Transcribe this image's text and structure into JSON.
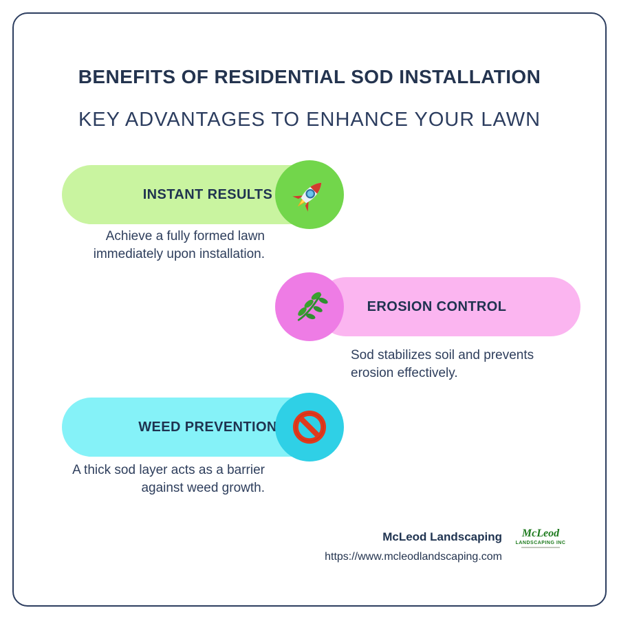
{
  "page": {
    "title": "BENEFITS OF RESIDENTIAL SOD INSTALLATION",
    "subtitle": "KEY ADVANTAGES TO ENHANCE YOUR LAWN"
  },
  "benefits": [
    {
      "label": "INSTANT RESULTS",
      "description": "Achieve a fully formed lawn immediately upon installation.",
      "icon": "rocket-icon",
      "pill_color": "#c9f4a0",
      "circle_color": "#72d64b"
    },
    {
      "label": "EROSION CONTROL",
      "description": "Sod stabilizes soil and prevents erosion effectively.",
      "icon": "leaf-branch-icon",
      "pill_color": "#fbb5f0",
      "circle_color": "#ee7ce5"
    },
    {
      "label": "WEED PREVENTION",
      "description": "A thick sod layer acts as a barrier against weed growth.",
      "icon": "no-entry-icon",
      "pill_color": "#85f2f8",
      "circle_color": "#2fd0e6"
    }
  ],
  "footer": {
    "brand": "McLeod Landscaping",
    "url": "https://www.mcleodlandscaping.com",
    "logo_line1": "McLeod",
    "logo_line2": "LANDSCAPING INC"
  },
  "colors": {
    "border": "#2c3d5f",
    "heading": "#24344f"
  }
}
